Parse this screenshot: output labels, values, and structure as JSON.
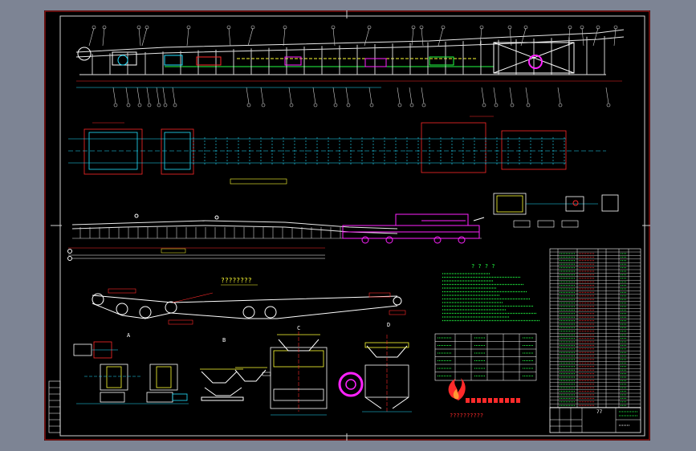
{
  "viewport": {
    "background": "#7d8494"
  },
  "sheet": {
    "background": "#000000",
    "border_color": "#c81e1e"
  },
  "colors": {
    "white": "#ffffff",
    "cyan": "#22e0ff",
    "green": "#22ff44",
    "yellow": "#ffff33",
    "magenta": "#ff22ff",
    "red": "#ff2a2a",
    "orange": "#ff9933"
  },
  "drawing": {
    "scheme_title": "????????",
    "tech_req_title": "? ? ? ?",
    "company_name": "??????????",
    "section_label_a": "A",
    "section_label_b": "B",
    "section_label_c": "C",
    "title_block_number": "77"
  },
  "icons": {
    "logo": "flame-logo-icon"
  }
}
